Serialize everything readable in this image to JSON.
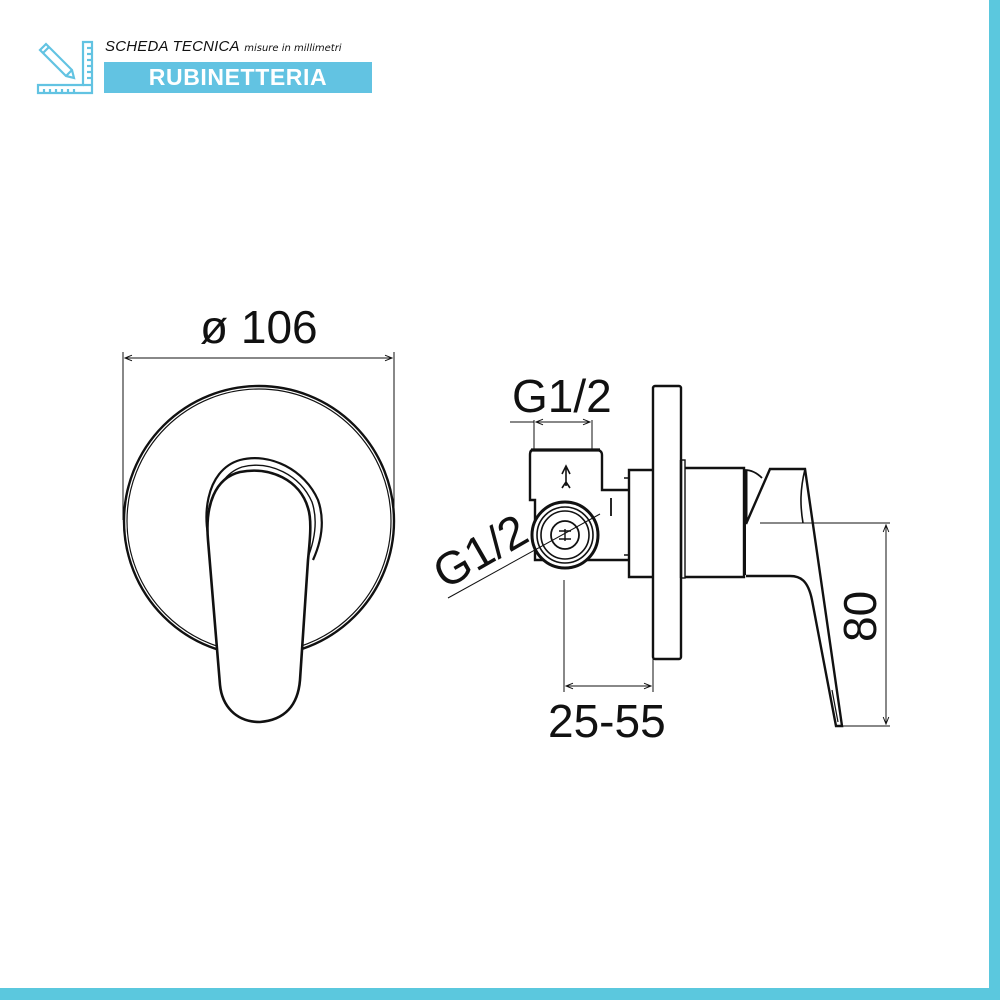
{
  "header": {
    "title": "SCHEDA TECNICA",
    "subtitle": "misure in millimetri",
    "category": "RUBINETTERIA",
    "icon": "ruler-pencil-icon"
  },
  "colors": {
    "accent": "#5bc8de",
    "banner": "#62c3e2",
    "line": "#111111"
  },
  "drawing": {
    "front_view": {
      "diameter_label": "ø 106"
    },
    "side_view": {
      "top_connection_label": "G1/2",
      "side_connection_label": "G1/2",
      "depth_label": "25-55",
      "handle_height_label": "80"
    }
  }
}
